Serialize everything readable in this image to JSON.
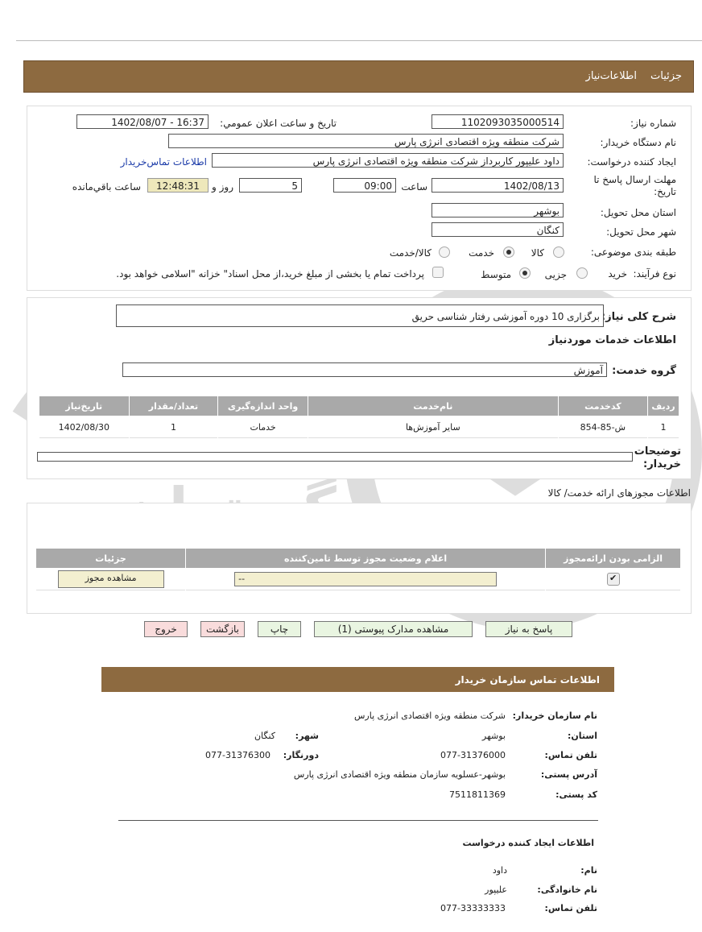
{
  "header": {
    "tab_details": "جزئیات",
    "tab_need_info": "اطلاعات‌نیاز"
  },
  "form": {
    "need_number_label": "شماره نیاز:",
    "need_number_value": "1102093035000514",
    "announce_label": "تاریخ و ساعت اعلان عمومي:",
    "announce_value": "1402/08/07 - 16:37",
    "buyer_org_label": "نام دستگاه خریدار:",
    "buyer_org_value": "شرکت منطقه ویژه اقتصادی انرژی پارس",
    "creator_label": "ایجاد کننده درخواست:",
    "creator_value": "داود علیپور کاربرداز شرکت منطقه ویژه اقتصادی انرژی پارس",
    "contact_link": "اطلاعات تماس‌خریدار",
    "deadline_label": "مهلت ارسال پاسخ تا تاریخ:",
    "deadline_date": "1402/08/13",
    "hour_label": "ساعت",
    "deadline_time": "09:00",
    "days_value": "5",
    "day_label": "روز و",
    "remaining_time": "12:48:31",
    "remaining_label": "ساعت باقي‌مانده",
    "province_label": "استان محل تحویل:",
    "province_value": "بوشهر",
    "city_label": "شهر محل تحویل:",
    "city_value": "کنگان",
    "category_label": "طبقه بندی موضوعی:",
    "category_options": [
      "کالا",
      "خدمت",
      "کالا/خدمت"
    ],
    "category_selected": "خدمت",
    "process_label": "نوع فرآیند:",
    "process_buy": "خرید",
    "process_options": [
      "جزیی",
      "متوسط"
    ],
    "process_selected": "متوسط",
    "payment_note": "پرداخت تمام یا بخشی از مبلغ خرید،از محل اسناد\" خزانه \"اسلامی خواهد بود."
  },
  "description": {
    "summary_label": "شرح کلی نیاز:",
    "summary_value": "برگزاری 10 دوره آموزشی رفتار شناسی حریق",
    "services_title": "اطلاعات خدمات مورد‌نیاز",
    "group_label": "گروه خدمت:",
    "group_value": "آموزش",
    "buyer_notes_label": "توضیحات خریدار:"
  },
  "services_table": {
    "headers": [
      "ردیف",
      "کدخدمت",
      "نام‌خدمت",
      "واحد اندازه‌گیری",
      "تعداد/مقدار",
      "تاریخ‌نیاز"
    ],
    "rows": [
      [
        "1",
        "ش-85-854",
        "سایر آموزش‌ها",
        "خدمات",
        "1",
        "1402/08/30"
      ]
    ]
  },
  "permits": {
    "title": "اطلاعات مجوزهای ارائه خدمت/ کالا",
    "headers": [
      "الزامی بودن ارائه‌مجوز",
      "اعلام وضعیت مجوز توسط تامین‌کننده",
      "جزئیات"
    ],
    "status_value": "--",
    "view_button": "مشاهده مجوز"
  },
  "actions": {
    "reply": "پاسخ به نیاز",
    "attachments": "مشاهده مدارک پیوستی (1)",
    "print": "چاپ",
    "back": "بازگشت",
    "exit": "خروج"
  },
  "contact": {
    "title": "اطلاعات تماس سازمان خریدار",
    "org_label": "نام سازمان خریدار:",
    "org_value": "شرکت منطقه ویژه اقتصادی انرژی پارس",
    "province_label": "استان:",
    "province_value": "بوشهر",
    "city_label": "شهر:",
    "city_value": "کنگان",
    "phone_label": "تلفن تماس:",
    "phone_value": "077-31376000",
    "fax_label": "دورنگار:",
    "fax_value": "077-31376300",
    "address_label": "آدرس پستی:",
    "address_value": "بوشهر-عسلویه سازمان منطقه ویژه اقتصادی انرژی پارس",
    "postal_label": "کد پستی:",
    "postal_value": "7511811369",
    "creator_title": "اطلاعات ایجاد کننده درخواست",
    "name_label": "نام:",
    "name_value": "داود",
    "family_label": "نام خانوادگی:",
    "family_value": "علیپور",
    "creator_phone_label": "تلفن تماس:",
    "creator_phone_value": "077-33333333"
  },
  "watermark": {
    "text": "گستران"
  },
  "colors": {
    "header_brown": "#8d6a40",
    "table_header_gray": "#a9a9a9",
    "timer_bg": "#eee8bb",
    "button_green": "#e9f5e1",
    "button_red": "#f9dcdc",
    "link_blue": "#1a3aa8"
  }
}
